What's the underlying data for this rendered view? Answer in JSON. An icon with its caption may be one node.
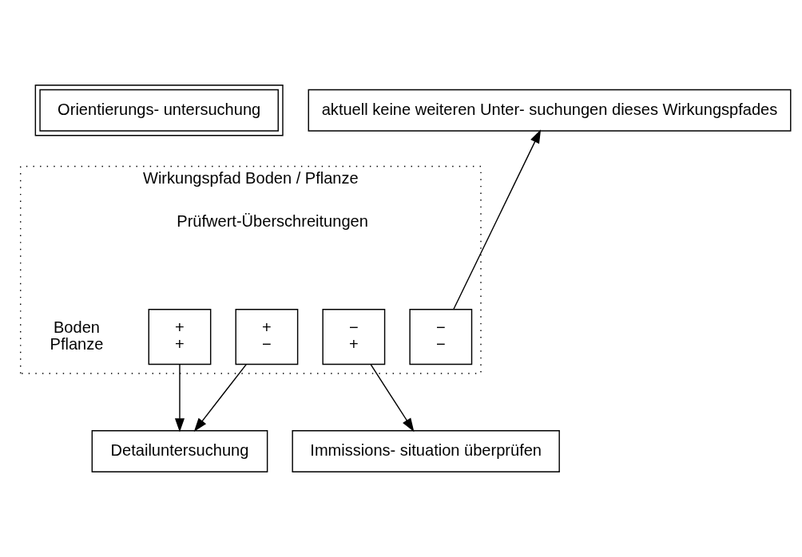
{
  "diagram": {
    "nodes": [
      {
        "text": [
          "Orientierungs- untersuchung"
        ]
      },
      {
        "text": [
          "Wirkungspfad Boden / Pflanze"
        ]
      },
      {
        "text": [
          "aktuell keine weiteren Unter- suchungen dieses Wirkungspfades"
        ]
      },
      {
        "text": [
          "+",
          "+"
        ],
        "in": 1
      },
      {
        "text": [
          "+",
          "−"
        ],
        "in": 1
      },
      {
        "text": [
          "−",
          "+"
        ],
        "in": 1
      },
      {
        "text": [
          "−",
          "−"
        ],
        "in": 1
      },
      {
        "text": [
          "Detailuntersuchung"
        ]
      },
      {
        "text": [
          "Immissions- situation überprüfen"
        ]
      }
    ],
    "edges": [
      {
        "from": 3,
        "to": 7,
        "arrow": "to"
      },
      {
        "from": 4,
        "to": 7,
        "arrow": "to"
      },
      {
        "from": 5,
        "to": 8,
        "arrow": "to"
      },
      {
        "from": 6,
        "to": 2,
        "arrow": "to"
      }
    ],
    "labels": [
      "Prüfwert-Überschreitungen",
      "Boden",
      "Pflanze"
    ]
  }
}
